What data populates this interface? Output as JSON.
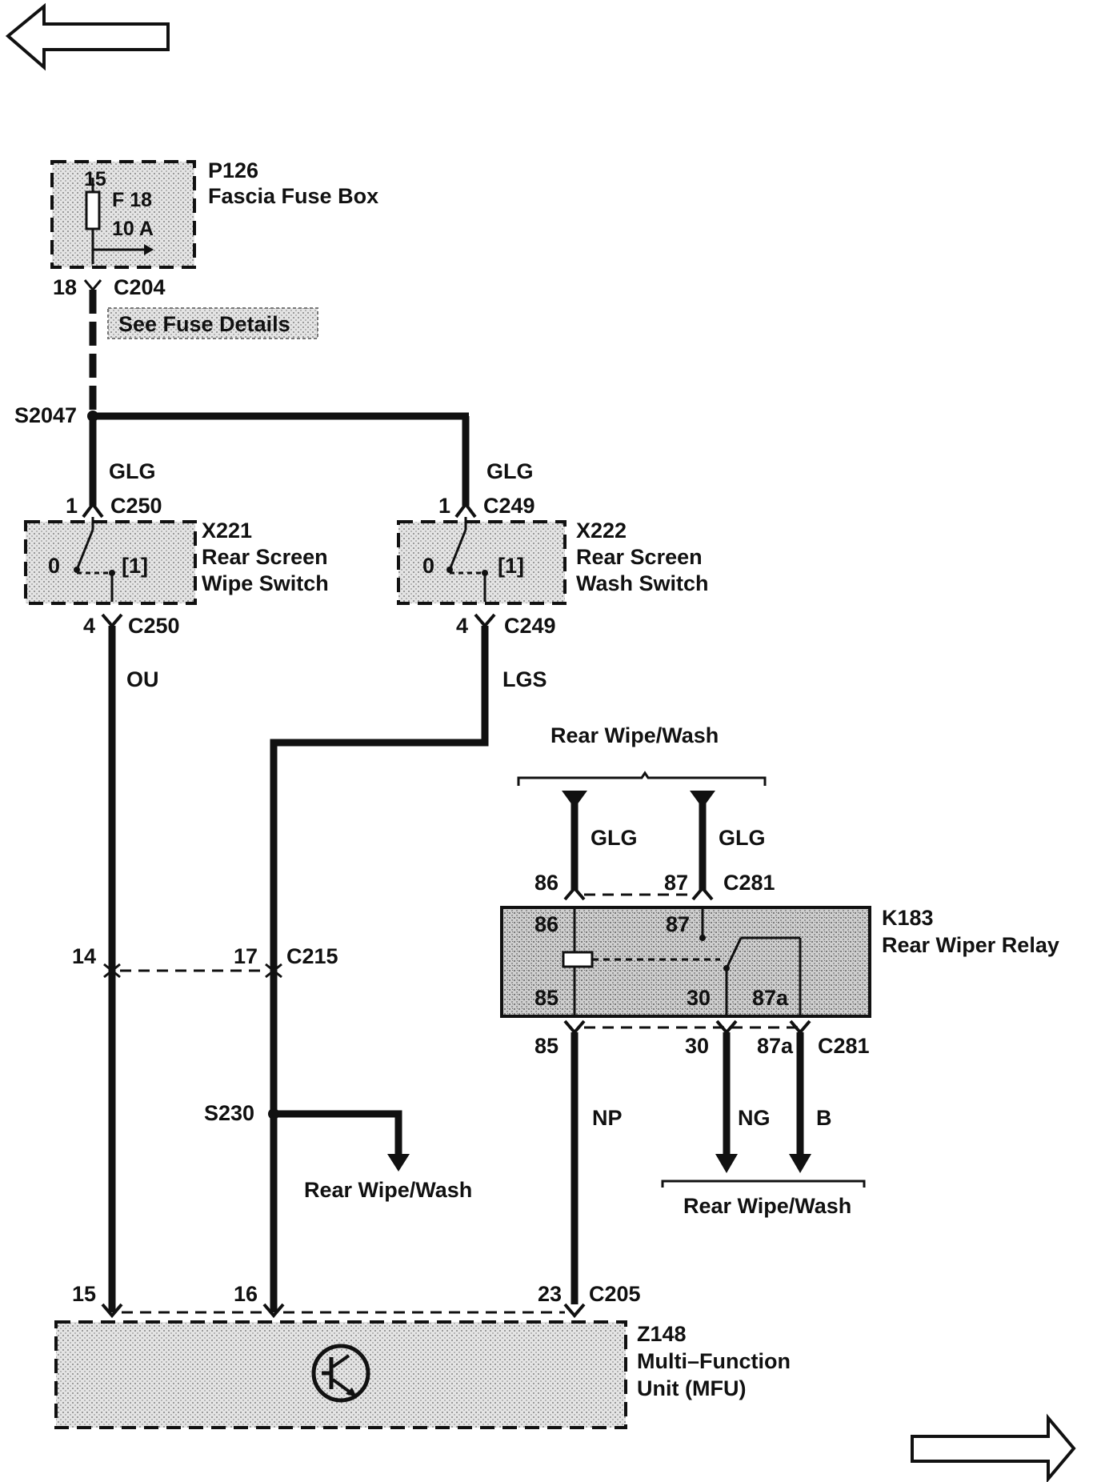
{
  "nav": {
    "back_arrow": "left-arrow",
    "forward_arrow": "right-arrow"
  },
  "fuse_box": {
    "id": "P126",
    "name": "Fascia Fuse Box",
    "pin": "15",
    "fuse": "F 18",
    "rating": "10 A"
  },
  "fuse_connector": {
    "pin": "18",
    "connector": "C204"
  },
  "fuse_details_link": "See Fuse Details",
  "splice_top": "S2047",
  "wire_glg_1": "GLG",
  "wire_glg_2": "GLG",
  "wipe_switch": {
    "id": "X221",
    "name_line1": "Rear Screen",
    "name_line2": "Wipe Switch",
    "pos0": "0",
    "pos1": "[1]",
    "in_pin": "1",
    "in_connector": "C250",
    "out_pin": "4",
    "out_connector": "C250"
  },
  "wash_switch": {
    "id": "X222",
    "name_line1": "Rear Screen",
    "name_line2": "Wash Switch",
    "pos0": "0",
    "pos1": "[1]",
    "in_pin": "1",
    "in_connector": "C249",
    "out_pin": "4",
    "out_connector": "C249"
  },
  "wire_ou": "OU",
  "wire_lgs": "LGS",
  "rear_wipe_wash_top": "Rear Wipe/Wash",
  "relay_inputs": {
    "wire_a": "GLG",
    "wire_b": "GLG",
    "pin_a": "86",
    "pin_b": "87",
    "connector": "C281"
  },
  "relay": {
    "id": "K183",
    "name": "Rear Wiper Relay",
    "pin86": "86",
    "pin87": "87",
    "pin85": "85",
    "pin30": "30",
    "pin87a": "87a"
  },
  "relay_outputs": {
    "pin85": "85",
    "pin30": "30",
    "pin87a": "87a",
    "connector": "C281",
    "wire_np": "NP",
    "wire_ng": "NG",
    "wire_b": "B"
  },
  "rear_wipe_wash_bottom": "Rear Wipe/Wash",
  "c215": {
    "pin_left": "14",
    "pin_right": "17",
    "connector": "C215"
  },
  "splice_s230": "S230",
  "rear_wipe_wash_mid": "Rear Wipe/Wash",
  "mfu_connector": {
    "pin15": "15",
    "pin16": "16",
    "pin23": "23",
    "connector": "C205"
  },
  "mfu": {
    "id": "Z148",
    "name_line1": "Multi–Function",
    "name_line2": "Unit (MFU)"
  }
}
